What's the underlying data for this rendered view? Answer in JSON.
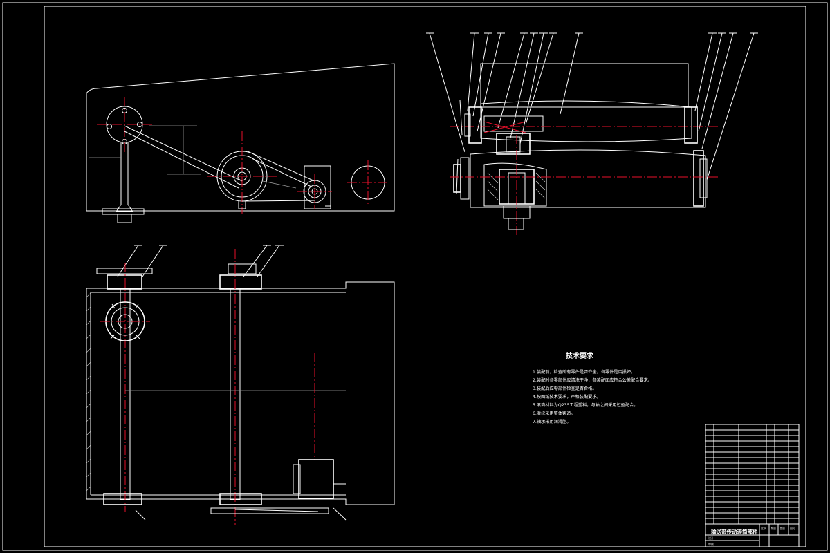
{
  "drawing": {
    "tech_title": "技术要求",
    "tech_notes": [
      "1.装配前，检查所有零件是否齐全，各零件是否损坏。",
      "2.装配时各零部件应清洗干净，各装配面应符合公差配合要求。",
      "3.装配后应零部件检查是否合格。",
      "4.按图纸技术要求，严格装配要求。",
      "5.滚筒材料为Q235工程塑料，与轴之间采用过盈配合。",
      "6.滑块采用整体铸造。",
      "7.轴承采用润滑脂。"
    ],
    "title_block": {
      "drawing_name": "输送带传动滚筒部件",
      "cells": [
        "设计",
        "审核",
        "比例",
        "数量",
        "重量",
        "图号"
      ]
    }
  }
}
